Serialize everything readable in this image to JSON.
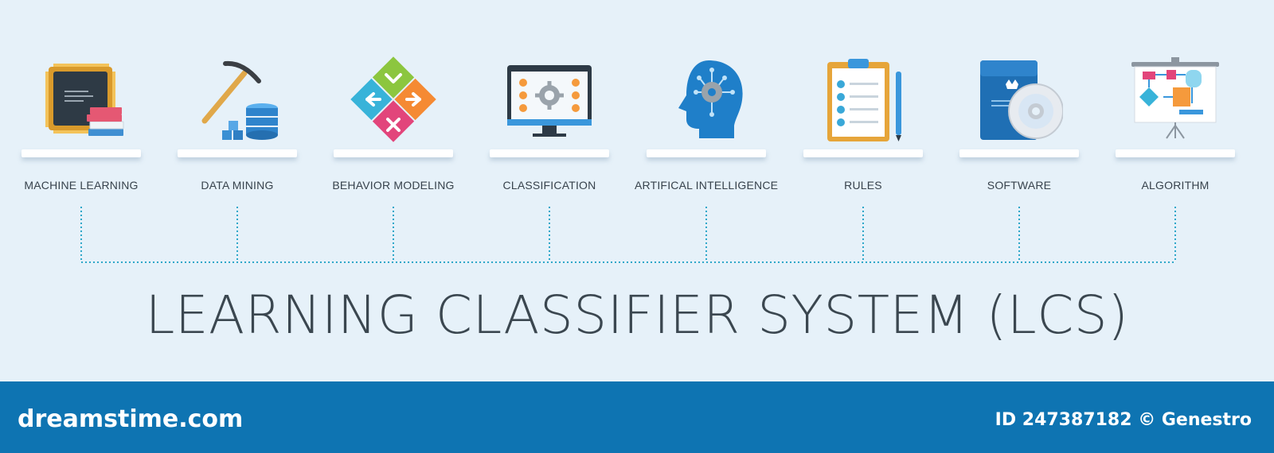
{
  "items": [
    {
      "label": "MACHINE LEARNING",
      "icon": "chip-books-icon"
    },
    {
      "label": "DATA MINING",
      "icon": "pickaxe-database-icon"
    },
    {
      "label": "BEHAVIOR MODELING",
      "icon": "puzzle-arrows-icon"
    },
    {
      "label": "CLASSIFICATION",
      "icon": "monitor-gear-icon"
    },
    {
      "label": "ARTIFICAL INTELLIGENCE",
      "icon": "head-gear-icon"
    },
    {
      "label": "RULES",
      "icon": "clipboard-checklist-icon"
    },
    {
      "label": "SOFTWARE",
      "icon": "box-disc-icon"
    },
    {
      "label": "ALGORITHM",
      "icon": "flowchart-board-icon"
    }
  ],
  "title": "LEARNING CLASSIFIER SYSTEM (LCS)",
  "footer": {
    "brand": "dreamstime.com",
    "id_text": "ID 247387182 © Genestro"
  },
  "colors": {
    "background": "#e6f1f9",
    "footer": "#0e74b2",
    "connector": "#2ea7c9",
    "text": "#37424c"
  }
}
